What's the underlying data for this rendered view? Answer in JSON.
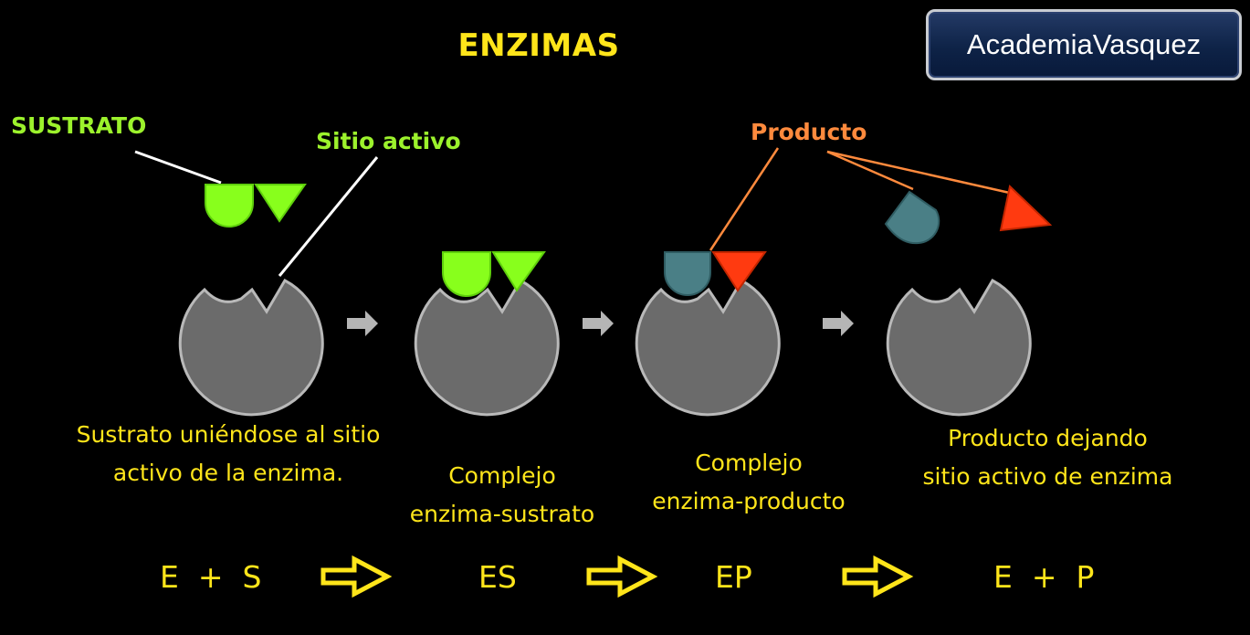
{
  "title": "ENZIMAS",
  "brand": "AcademiaVasquez",
  "labels": {
    "substrate": "SUSTRATO",
    "active_site": "Sitio activo",
    "product": "Producto"
  },
  "captions": {
    "step1_line1": "Sustrato uniéndose al sitio",
    "step1_line2": "activo de la enzima.",
    "step2_line1": "Complejo",
    "step2_line2": "enzima-sustrato",
    "step3_line1": "Complejo",
    "step3_line2": "enzima-producto",
    "step4_line1": "Producto dejando",
    "step4_line2": "sitio activo de enzima"
  },
  "equation": {
    "term1": "E  +  S",
    "term2": "ES",
    "term3": "EP",
    "term4": "E  +  P"
  },
  "colors": {
    "background": "#000000",
    "text_yellow": "#ffe51a",
    "substrate_green": "#88ff1c",
    "product_teal": "#4a7f86",
    "product_red": "#ff3a10",
    "enzyme_gray": "#6b6b6b",
    "enzyme_outline": "#b9b9b9"
  }
}
